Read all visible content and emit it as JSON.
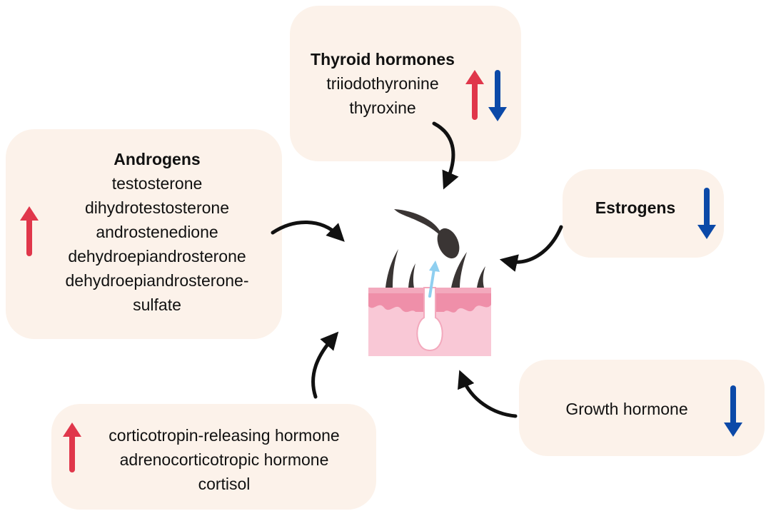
{
  "colors": {
    "box_background": "#fcf2ea",
    "increase_arrow": "#e0374b",
    "decrease_arrow": "#0b49a8",
    "curved_arrow": "#111111",
    "hair": "#3a3534",
    "skin_light": "#f9c8d6",
    "skin_dark": "#ef8fa9",
    "growth_arrow": "#8fcff0"
  },
  "icons": {
    "increase": "red-up-arrow-icon",
    "decrease": "blue-down-arrow-icon",
    "center": "hair-follicle-skin-icon"
  },
  "thyroid": {
    "title": "Thyroid hormones",
    "items": [
      "triiodothyronine",
      "thyroxine"
    ],
    "effect": [
      "increase",
      "decrease"
    ]
  },
  "androgens": {
    "title": "Androgens",
    "items": [
      "testosterone",
      "dihydrotestosterone",
      "androstenedione",
      "dehydroepiandrosterone",
      "dehydroepiandrosterone-",
      "sulfate"
    ],
    "effect": [
      "increase"
    ]
  },
  "estrogens": {
    "title": "Estrogens",
    "effect": [
      "decrease"
    ]
  },
  "growth": {
    "label": "Growth hormone",
    "effect": [
      "decrease"
    ]
  },
  "stress": {
    "items": [
      "corticotropin-releasing hormone",
      "adrenocorticotropic hormone",
      "cortisol"
    ],
    "effect": [
      "increase"
    ]
  }
}
